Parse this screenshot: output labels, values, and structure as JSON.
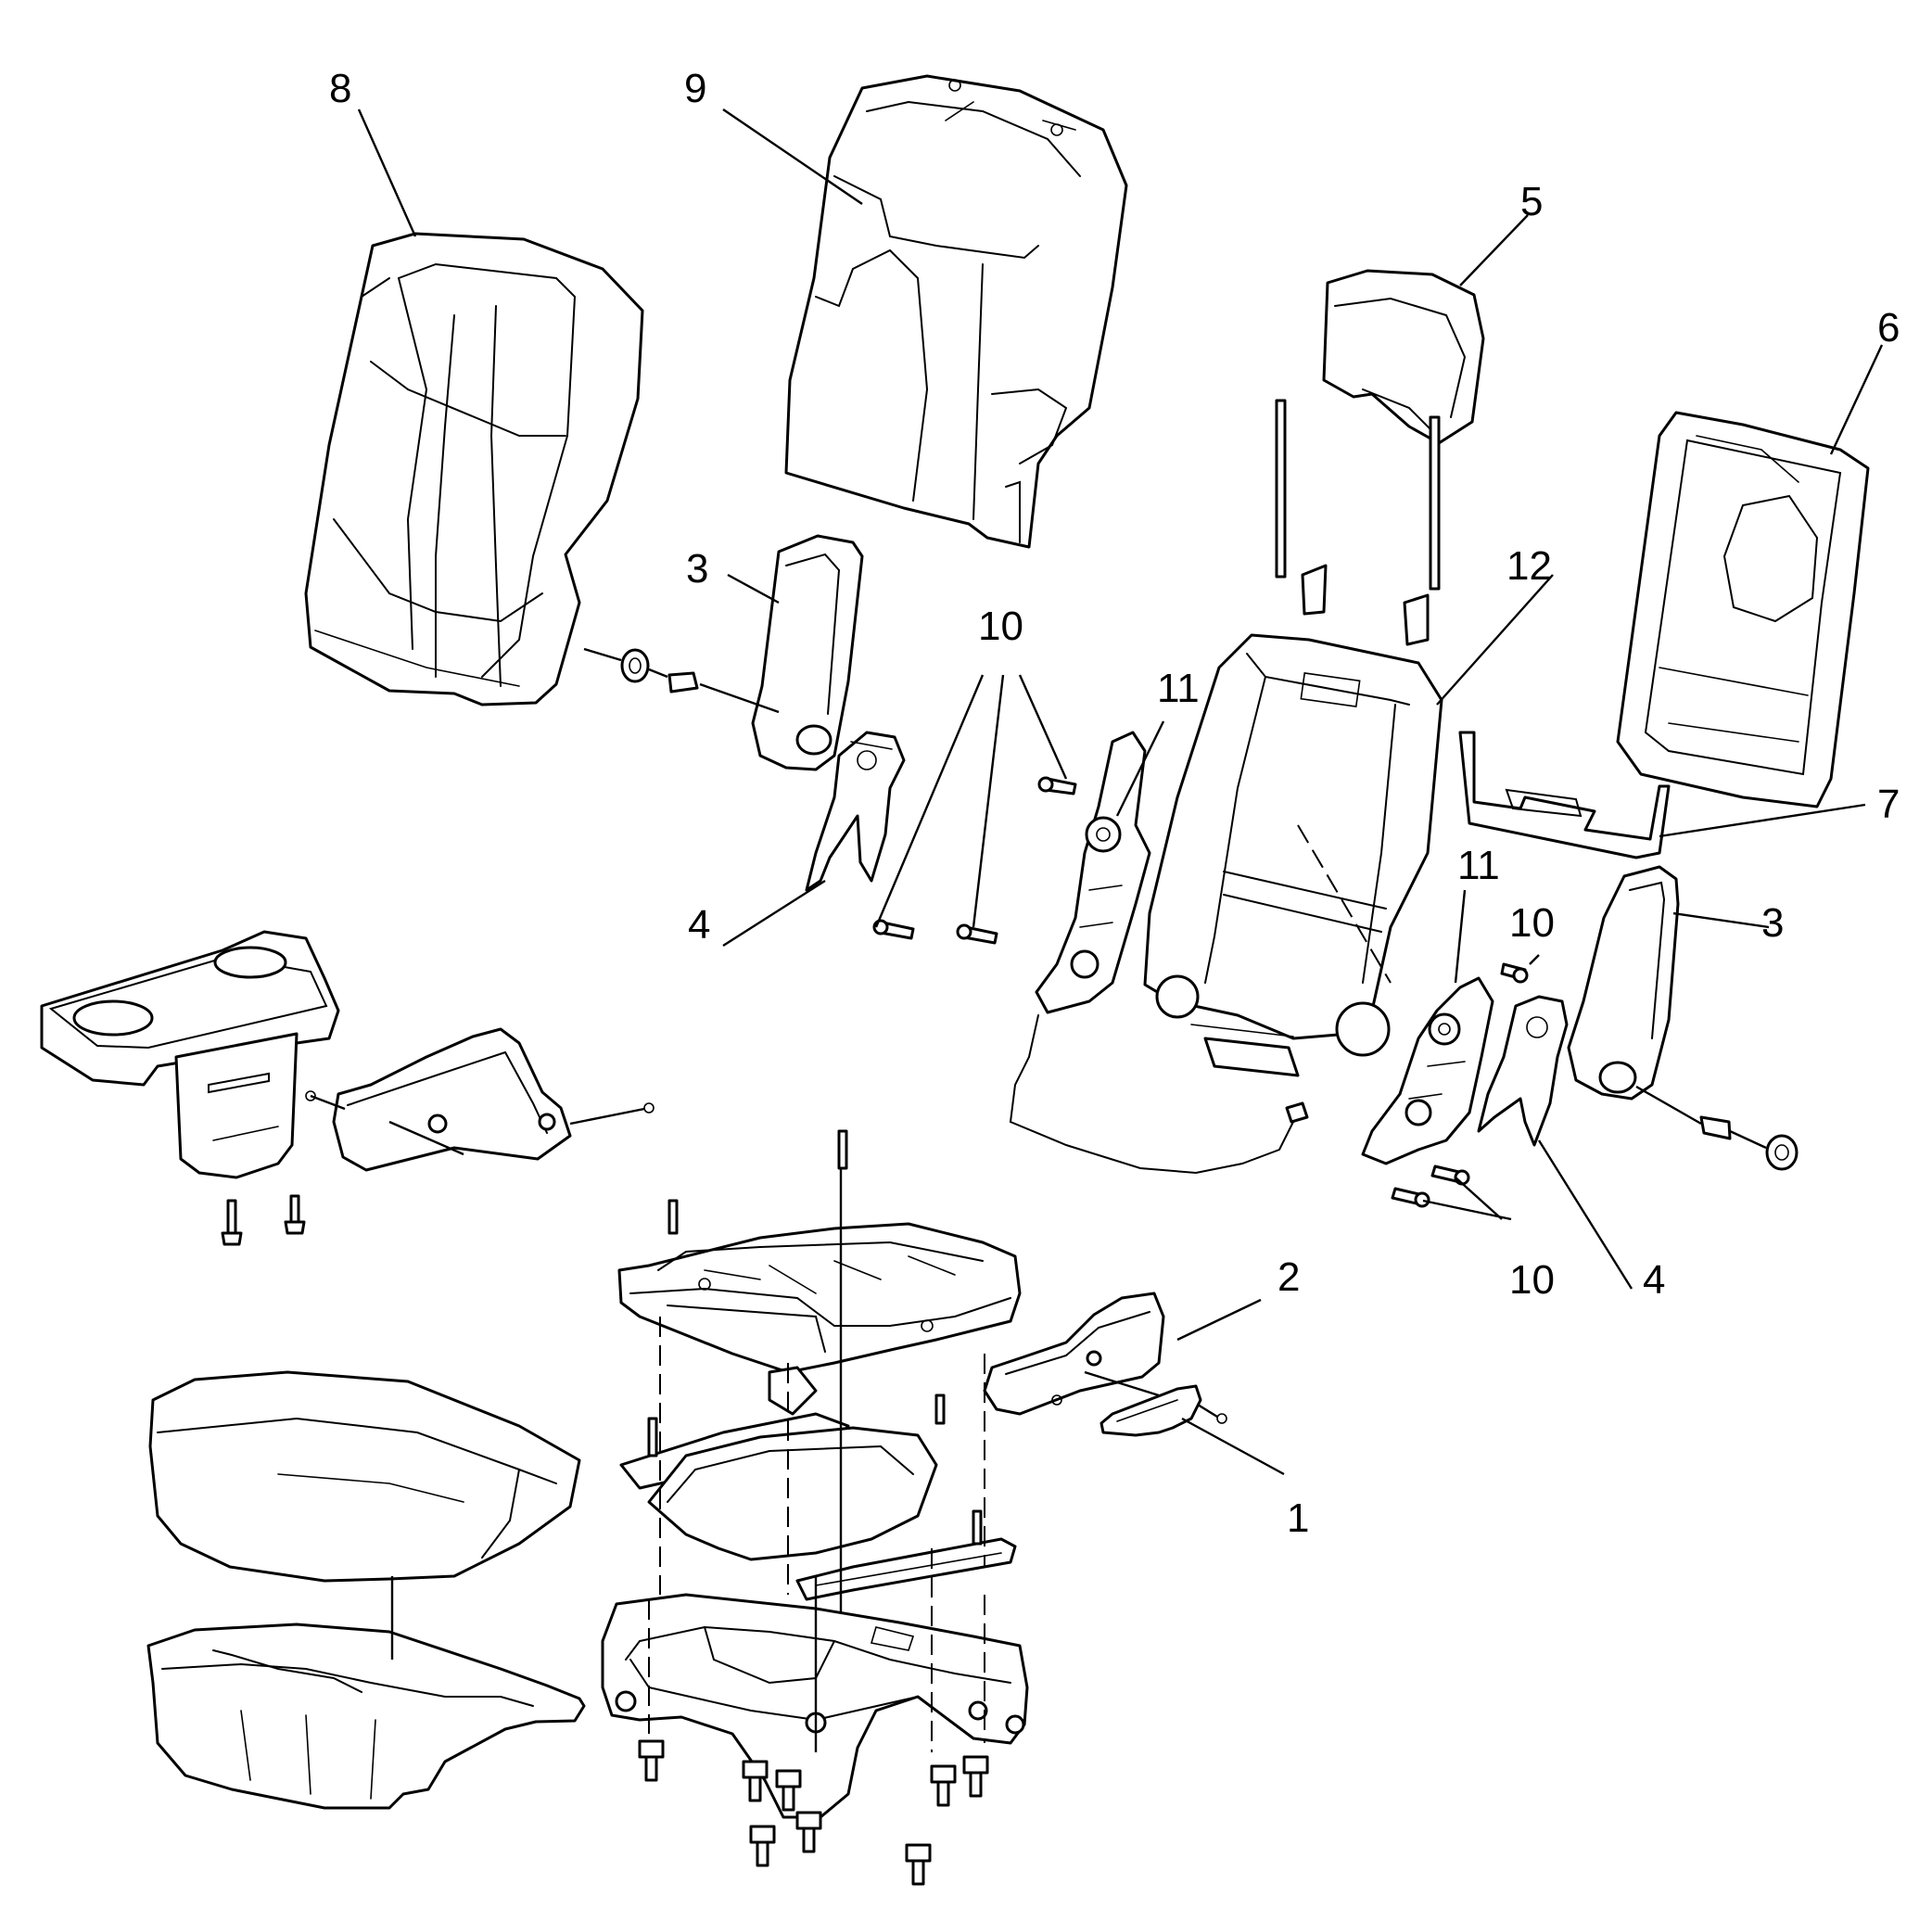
{
  "callouts": {
    "c1": "1",
    "c2": "2",
    "c3a": "3",
    "c3b": "3",
    "c4a": "4",
    "c4b": "4",
    "c5": "5",
    "c6": "6",
    "c7": "7",
    "c8": "8",
    "c9": "9",
    "c10a": "10",
    "c10b": "10",
    "c10c": "10",
    "c11a": "11",
    "c11b": "11",
    "c12": "12"
  }
}
